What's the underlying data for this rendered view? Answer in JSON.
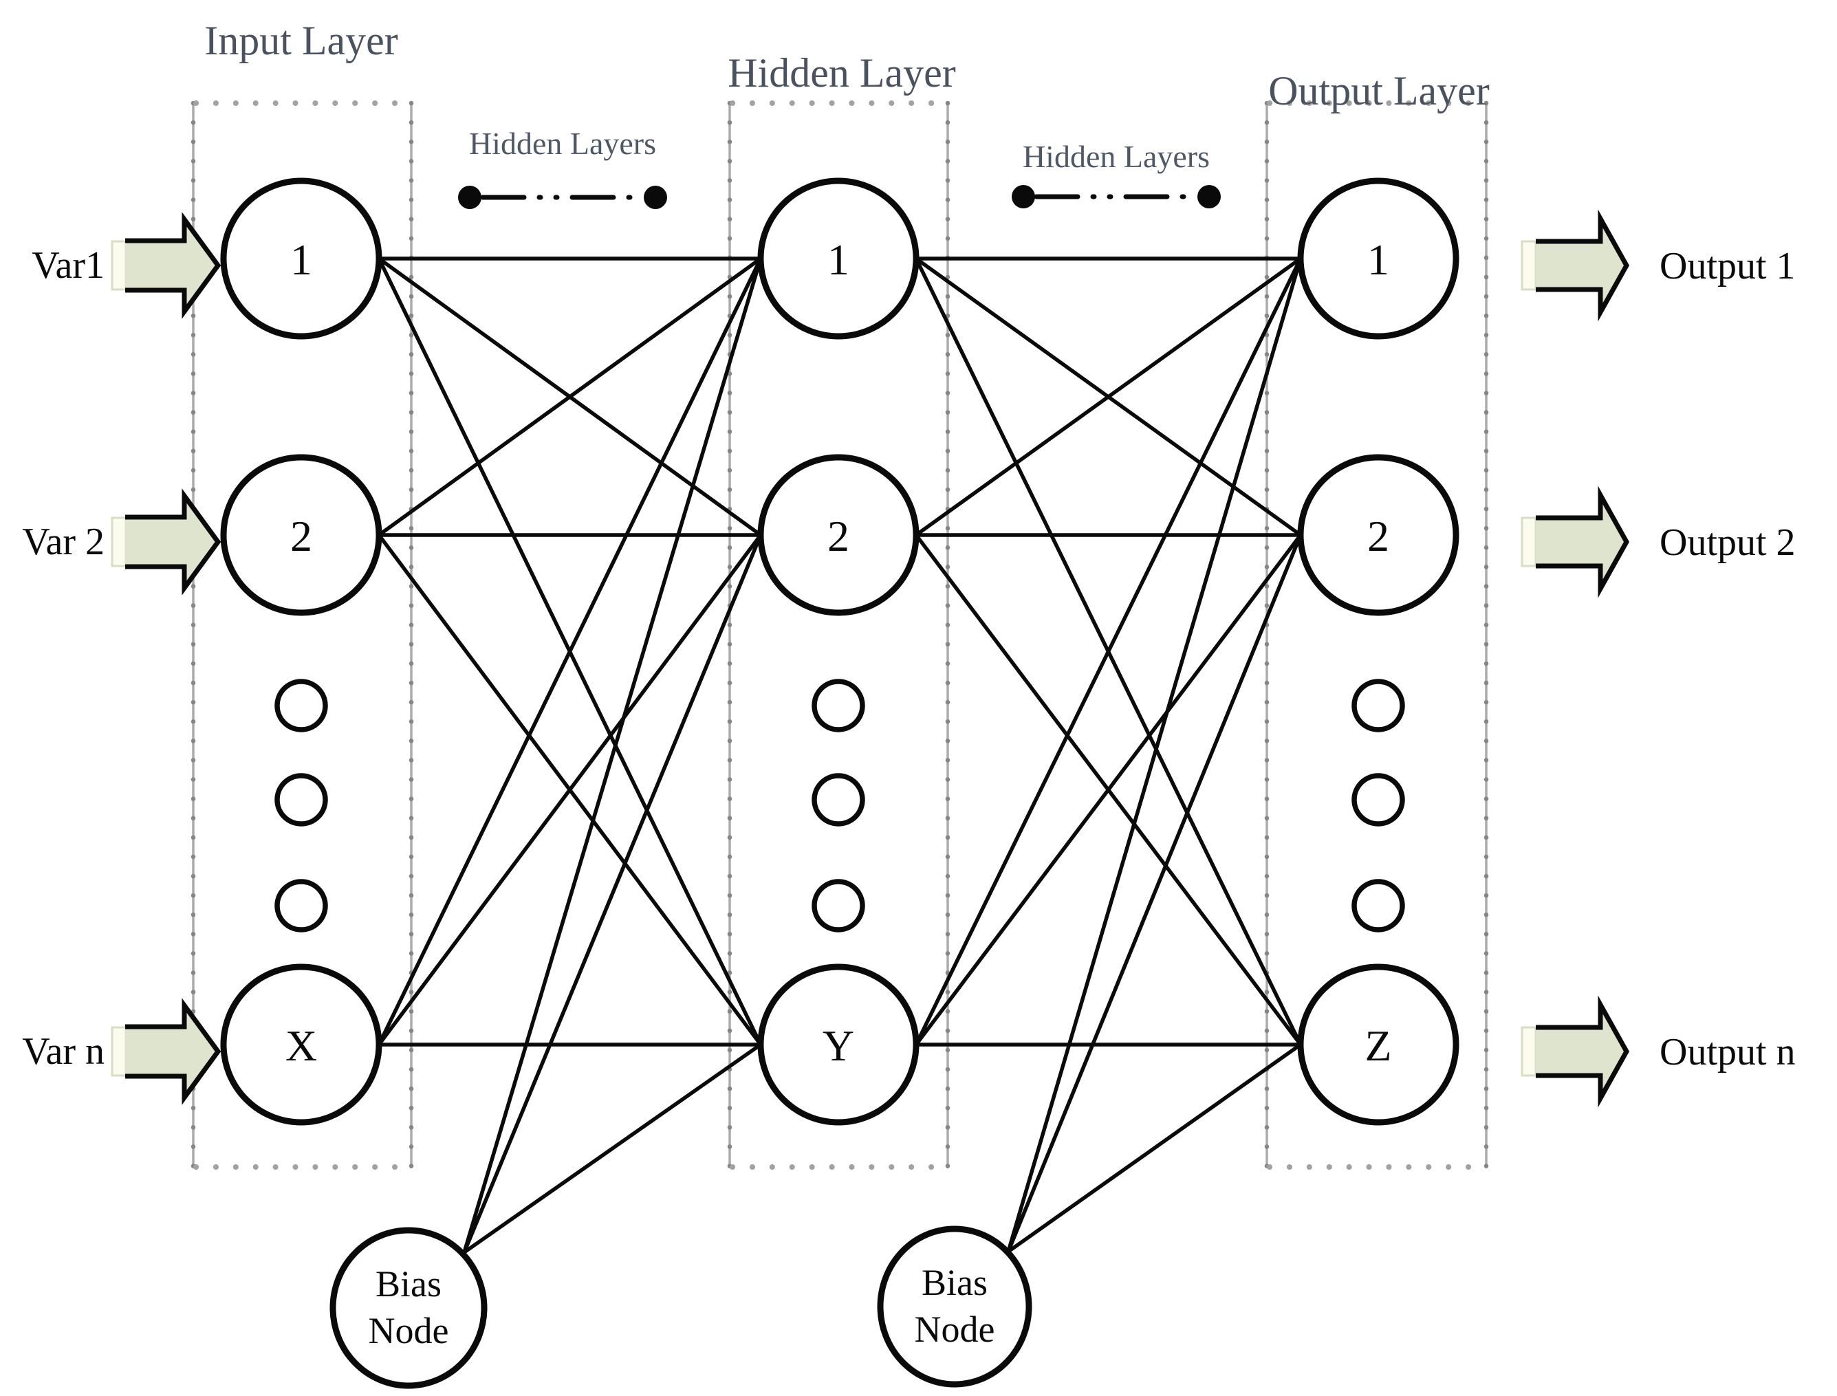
{
  "diagram": {
    "title_input": "Input Layer",
    "title_hidden": "Hidden Layer",
    "title_output": "Output Layer",
    "hidden_layers_left": "Hidden Layers",
    "hidden_layers_right": "Hidden Layers",
    "input_nodes": [
      "1",
      "2",
      "X"
    ],
    "hidden_nodes": [
      "1",
      "2",
      "Y"
    ],
    "output_nodes": [
      "1",
      "2",
      "Z"
    ],
    "bias1": {
      "line1": "Bias",
      "line2": "Node"
    },
    "bias2": {
      "line1": "Bias",
      "line2": "Node"
    },
    "input_labels": [
      "Var1",
      "Var 2",
      "Var n"
    ],
    "output_labels": [
      "Output 1",
      "Output 2",
      "Output n"
    ],
    "colors": {
      "arrow_fill": "#dfe4ce",
      "arrow_notch": "#fbfbee",
      "title_text": "#49525e",
      "line": "#0a0a0a",
      "box_edge": "#a9a9a9",
      "background": "#ffffff"
    }
  }
}
